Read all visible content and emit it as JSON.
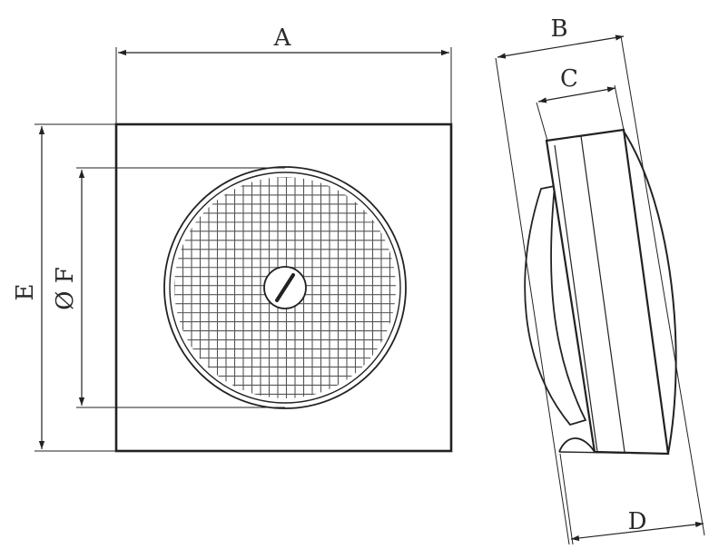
{
  "labels": {
    "a": "A",
    "b": "B",
    "c": "C",
    "d": "D",
    "e": "E",
    "f": "Ø F"
  },
  "colors": {
    "line": "#222222",
    "background": "#ffffff"
  }
}
